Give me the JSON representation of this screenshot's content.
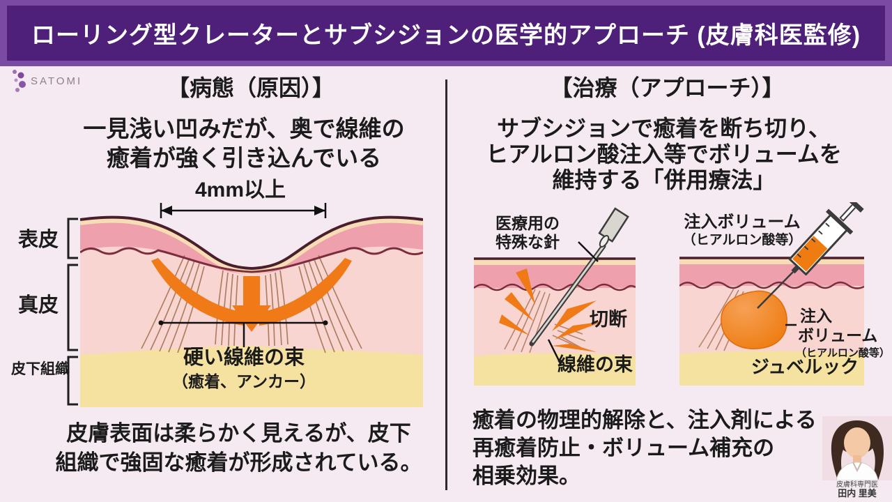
{
  "banner": {
    "title": "ローリング型クレーターとサブシジョンの医学的アプローチ (皮膚科医監修)"
  },
  "logo": {
    "text": "SATOMI"
  },
  "left": {
    "heading": "【病態（原因）】",
    "description_line1": "一見浅い凹みだが、奥で線維の",
    "description_line2": "癒着が強く引き込んでいる",
    "measurement": "4mm以上",
    "layers": {
      "epidermis": "表皮",
      "dermis": "真皮",
      "subcutis": "皮下組織"
    },
    "fiber_label_line1": "硬い線維の束",
    "fiber_label_line2": "（癒着、アンカー）",
    "summary_line1": "皮膚表面は柔らかく見えるが、皮下",
    "summary_line2": "組織で強固な癒着が形成されている。"
  },
  "right": {
    "heading": "【治療（アプローチ）】",
    "description_line1": "サブシジョンで癒着を断ち切り、",
    "description_line2": "ヒアルロン酸注入等でボリュームを",
    "description_line3": "維持する「併用療法」",
    "subcision": {
      "needle_label_line1": "医療用の",
      "needle_label_line2": "特殊な針",
      "cut_label": "切断",
      "fiber_label": "線維の束"
    },
    "injection": {
      "volume_label_line1": "注入ボリューム",
      "volume_label_line2": "（ヒアルロン酸等）",
      "blob_label_line1": "注入",
      "blob_label_line2": "ボリューム",
      "blob_label_line3": "（ヒアルロン酸等）",
      "product_label": "ジュベルック"
    },
    "summary_line1": "癒着の物理的解除と、注入剤による",
    "summary_line2": "再癒着防止・ボリューム補充の",
    "summary_line3": "相乗効果。"
  },
  "doctor": {
    "title": "皮膚科専門医",
    "name": "田内 里美"
  },
  "colors": {
    "banner_purple_dark": "#4e2079",
    "banner_purple_light": "#7b4ba3",
    "background": "#f5eaf2",
    "epidermis_pink": "#efa0ad",
    "dermis_pink": "#f8d5d0",
    "subcutis_yellow": "#f5e2a0",
    "cream_stripe": "#f6ddb6",
    "skin_outline": "#4a1f2b",
    "wavy_line": "#7b2d3f",
    "accent_orange": "#ef7a17",
    "fiber_brown": "#aa7a5c",
    "text_black": "#1b1b1b"
  }
}
